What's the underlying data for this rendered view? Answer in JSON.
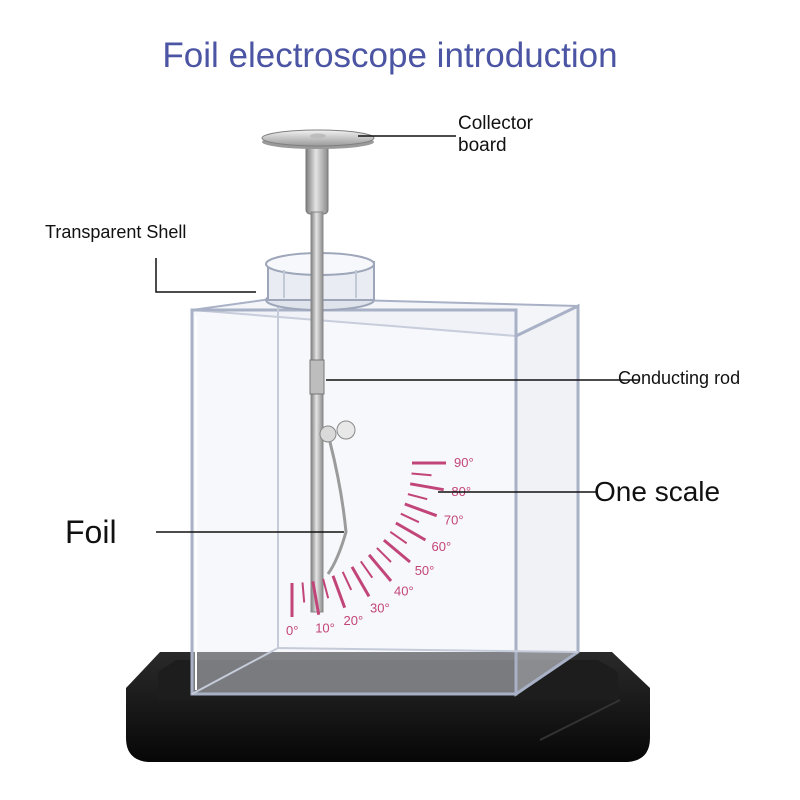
{
  "title": "Foil electroscope introduction",
  "labels": {
    "collector_line1": "Collector",
    "collector_line2": "board",
    "shell": "Transparent Shell",
    "rod": "Conducting rod",
    "scale": "One scale",
    "foil": "Foil"
  },
  "scale": {
    "tick_labels": [
      "0°",
      "10°",
      "20°",
      "30°",
      "40°",
      "50°",
      "60°",
      "70°",
      "80°",
      "90°"
    ],
    "color": "#c2457a"
  },
  "colors": {
    "title": "#4b55a3",
    "base": "#141414",
    "shell_edge": "#a9b1c6"
  }
}
